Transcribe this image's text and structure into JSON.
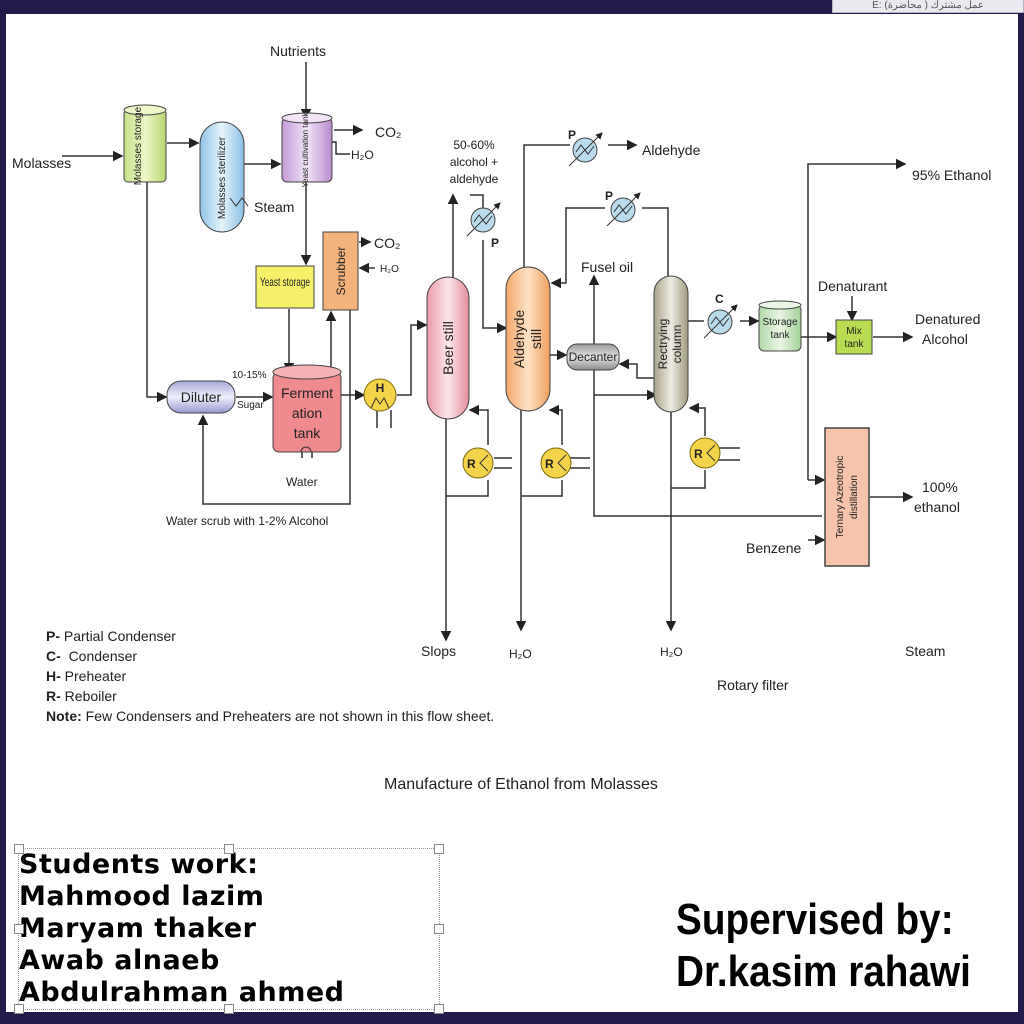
{
  "window": {
    "tab_text": "E: (محاضرة ) عمل مشترك"
  },
  "diagram": {
    "title": "Manufacture of Ethanol from Molasses",
    "inputs": {
      "molasses": "Molasses",
      "nutrients": "Nutrients",
      "steam": "Steam",
      "water": "Water",
      "denaturant": "Denaturant",
      "benzene": "Benzene"
    },
    "equipment": {
      "molasses_storage": "Molasses storage",
      "molasses_sterilizer": "Molasses sterilizer",
      "yeast_cultivation_tank": "Yeast cultivation tank",
      "yeast_storage": "Yeast storage",
      "scrubber": "Scrubber",
      "diluter": "Diluter",
      "fermentation_tank_line1": "Ferment",
      "fermentation_tank_line2": "ation",
      "fermentation_tank_line3": "tank",
      "beer_still": "Beer still",
      "aldehyde_still_line1": "Aldehyde",
      "aldehyde_still_line2": "still",
      "decanter": "Decanter",
      "rectifying_column_line1": "Rectrying",
      "rectifying_column_line2": "column",
      "storage_tank_line1": "Storage",
      "storage_tank_line2": "tank",
      "mix_tank_line1": "Mix",
      "mix_tank_line2": "tank",
      "ternary_line1": "Ternary Azeotropic",
      "ternary_line2": "distillation"
    },
    "unit_tags": {
      "partial_condenser": "P",
      "condenser": "C",
      "preheater": "H",
      "reboiler": "R"
    },
    "streams": {
      "co2": "CO₂",
      "h2o": "H₂O",
      "sugar_pct": "10-15%",
      "sugar": "Sugar",
      "water_scrub": "Water scrub with 1-2% Alcohol",
      "alcohol_aldehyde_line1": "50-60%",
      "alcohol_aldehyde_line2": "alcohol +",
      "alcohol_aldehyde_line3": "aldehyde",
      "aldehyde": "Aldehyde",
      "fusel_oil": "Fusel oil",
      "ethanol_95": "95% Ethanol",
      "denatured_line1": "Denatured",
      "denatured_line2": "Alcohol",
      "ethanol_100_line1": "100%",
      "ethanol_100_line2": "ethanol",
      "slops": "Slops",
      "steam_out": "Steam",
      "rotary_filter": "Rotary filter"
    }
  },
  "legend": [
    {
      "key": "P-",
      "text": "Partial Condenser"
    },
    {
      "key": "C-",
      "text": "Condenser"
    },
    {
      "key": "H-",
      "text": "Preheater"
    },
    {
      "key": "R-",
      "text": "Reboiler"
    },
    {
      "key": "Note:",
      "text": "Few Condensers and Preheaters are not shown in this flow sheet."
    }
  ],
  "students": {
    "heading": "Students work:",
    "names": [
      "Mahmood lazim",
      "Maryam thaker",
      "Awab alnaeb",
      "Abdulrahman ahmed"
    ]
  },
  "supervisor": {
    "heading": "Supervised by:",
    "name": "Dr.kasim rahawi"
  }
}
